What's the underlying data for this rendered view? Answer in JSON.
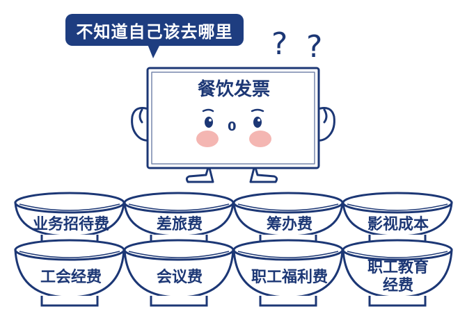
{
  "speech_bubble": {
    "text": "不知道自己该去哪里"
  },
  "character": {
    "screen_label": "餐饮发票",
    "mouth_text": "0"
  },
  "question_marks": [
    "?",
    "?"
  ],
  "bowls": {
    "top_row": [
      {
        "label": "业务招待费"
      },
      {
        "label": "差旅费"
      },
      {
        "label": "筹办费"
      },
      {
        "label": "影视成本"
      }
    ],
    "bottom_row": [
      {
        "label": "工会经费"
      },
      {
        "label": "会议费"
      },
      {
        "label": "职工福利费"
      },
      {
        "label_line1": "职工教育",
        "label_line2": "经费"
      }
    ]
  },
  "colors": {
    "navy": "#1c3775",
    "bubble_fill": "#1e3d80",
    "cheek": "#f4b6b2",
    "bowl_fill": "#ffffff"
  }
}
